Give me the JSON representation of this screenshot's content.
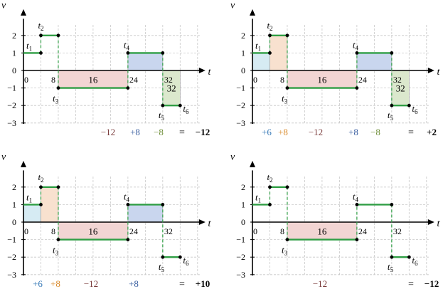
{
  "chart_data": [
    {
      "type": "diagram",
      "ylabel": "v",
      "xlabel": "t",
      "y_ticks": [
        "2",
        "1",
        "0",
        "−1",
        "−2",
        "−3"
      ],
      "x_ticks": [
        "0",
        "8",
        "24",
        "32"
      ],
      "point_labels": [
        "t1",
        "t2",
        "t3",
        "t4",
        "t5",
        "t6"
      ],
      "segments": [
        {
          "x": [
            0,
            4
          ],
          "v": 1
        },
        {
          "x": [
            4,
            8
          ],
          "v": 2
        },
        {
          "x": [
            8,
            24
          ],
          "v": -1
        },
        {
          "x": [
            24,
            32
          ],
          "v": 1
        },
        {
          "x": [
            32,
            36
          ],
          "v": -2
        }
      ],
      "shaded": [
        {
          "x": [
            8,
            24
          ],
          "v": -1,
          "color": "#f2d5d3",
          "label": "16"
        },
        {
          "x": [
            24,
            32
          ],
          "v": 1,
          "color": "#c9d6ee",
          "label": ""
        },
        {
          "x": [
            32,
            36
          ],
          "v": -2,
          "color": "#dbe8cd",
          "label": "32"
        }
      ],
      "terms": [
        {
          "text": "−12",
          "color": "#7a3b3b",
          "x": 152
        },
        {
          "text": "+8",
          "color": "#3a5fa0",
          "x": 190
        },
        {
          "text": "−8",
          "color": "#6f8f3a",
          "x": 223
        }
      ],
      "equals": "=",
      "total": "−12"
    },
    {
      "type": "diagram",
      "ylabel": "v",
      "xlabel": "t",
      "y_ticks": [
        "2",
        "1",
        "0",
        "−1",
        "−2",
        "−3"
      ],
      "x_ticks": [
        "0",
        "8",
        "24",
        "32"
      ],
      "point_labels": [
        "t1",
        "t2",
        "t3",
        "t4",
        "t5",
        "t6"
      ],
      "segments": [
        {
          "x": [
            0,
            4
          ],
          "v": 1
        },
        {
          "x": [
            4,
            8
          ],
          "v": 2
        },
        {
          "x": [
            8,
            24
          ],
          "v": -1
        },
        {
          "x": [
            24,
            32
          ],
          "v": 1
        },
        {
          "x": [
            32,
            36
          ],
          "v": -2
        }
      ],
      "shaded": [
        {
          "x": [
            0,
            4
          ],
          "v": 1,
          "color": "#d6ebf3",
          "label": ""
        },
        {
          "x": [
            4,
            8
          ],
          "v": 2,
          "color": "#f8e1cf",
          "label": ""
        },
        {
          "x": [
            8,
            24
          ],
          "v": -1,
          "color": "#f2d5d3",
          "label": "16"
        },
        {
          "x": [
            24,
            32
          ],
          "v": 1,
          "color": "#c9d6ee",
          "label": ""
        },
        {
          "x": [
            32,
            36
          ],
          "v": -2,
          "color": "#dbe8cd",
          "label": "32"
        }
      ],
      "terms": [
        {
          "text": "+6",
          "color": "#3a7bb8",
          "x": 53
        },
        {
          "text": "+8",
          "color": "#d98a2b",
          "x": 76
        },
        {
          "text": "−12",
          "color": "#7a3b3b",
          "x": 122
        },
        {
          "text": "+8",
          "color": "#3a5fa0",
          "x": 175
        },
        {
          "text": "−8",
          "color": "#6f8f3a",
          "x": 206
        }
      ],
      "equals": "=",
      "total": "+2"
    },
    {
      "type": "diagram",
      "ylabel": "v",
      "xlabel": "t",
      "y_ticks": [
        "2",
        "1",
        "0",
        "−1",
        "−2",
        "−3"
      ],
      "x_ticks": [
        "0",
        "8",
        "24",
        "32"
      ],
      "point_labels": [
        "t1",
        "t2",
        "t3",
        "t4",
        "t5",
        "t6"
      ],
      "segments": [
        {
          "x": [
            0,
            4
          ],
          "v": 1
        },
        {
          "x": [
            4,
            8
          ],
          "v": 2
        },
        {
          "x": [
            8,
            24
          ],
          "v": -1
        },
        {
          "x": [
            24,
            32
          ],
          "v": 1
        },
        {
          "x": [
            32,
            36
          ],
          "v": -2
        }
      ],
      "shaded": [
        {
          "x": [
            0,
            4
          ],
          "v": 1,
          "color": "#d6ebf3",
          "label": ""
        },
        {
          "x": [
            4,
            8
          ],
          "v": 2,
          "color": "#f8e1cf",
          "label": ""
        },
        {
          "x": [
            8,
            24
          ],
          "v": -1,
          "color": "#f2d5d3",
          "label": "16"
        },
        {
          "x": [
            24,
            32
          ],
          "v": 1,
          "color": "#c9d6ee",
          "label": ""
        }
      ],
      "terms": [
        {
          "text": "+6",
          "color": "#3a7bb8",
          "x": 53
        },
        {
          "text": "+8",
          "color": "#d98a2b",
          "x": 78
        },
        {
          "text": "−12",
          "color": "#7a3b3b",
          "x": 128
        },
        {
          "text": "+8",
          "color": "#3a5fa0",
          "x": 188
        }
      ],
      "equals": "=",
      "total": "+10"
    },
    {
      "type": "diagram",
      "ylabel": "v",
      "xlabel": "t",
      "y_ticks": [
        "2",
        "1",
        "0",
        "−1",
        "−2",
        "−3"
      ],
      "x_ticks": [
        "0",
        "8",
        "24",
        "32"
      ],
      "point_labels": [
        "t1",
        "t2",
        "t3",
        "t4",
        "t5",
        "t6"
      ],
      "segments": [
        {
          "x": [
            0,
            4
          ],
          "v": 1
        },
        {
          "x": [
            4,
            8
          ],
          "v": 2
        },
        {
          "x": [
            8,
            24
          ],
          "v": -1
        },
        {
          "x": [
            24,
            32
          ],
          "v": 1
        },
        {
          "x": [
            32,
            36
          ],
          "v": -2
        }
      ],
      "shaded": [
        {
          "x": [
            8,
            24
          ],
          "v": -1,
          "color": "#f2d5d3",
          "label": "16"
        }
      ],
      "terms": [
        {
          "text": "−12",
          "color": "#7a3b3b",
          "x": 128
        }
      ],
      "equals": "=",
      "total": "−12"
    }
  ]
}
